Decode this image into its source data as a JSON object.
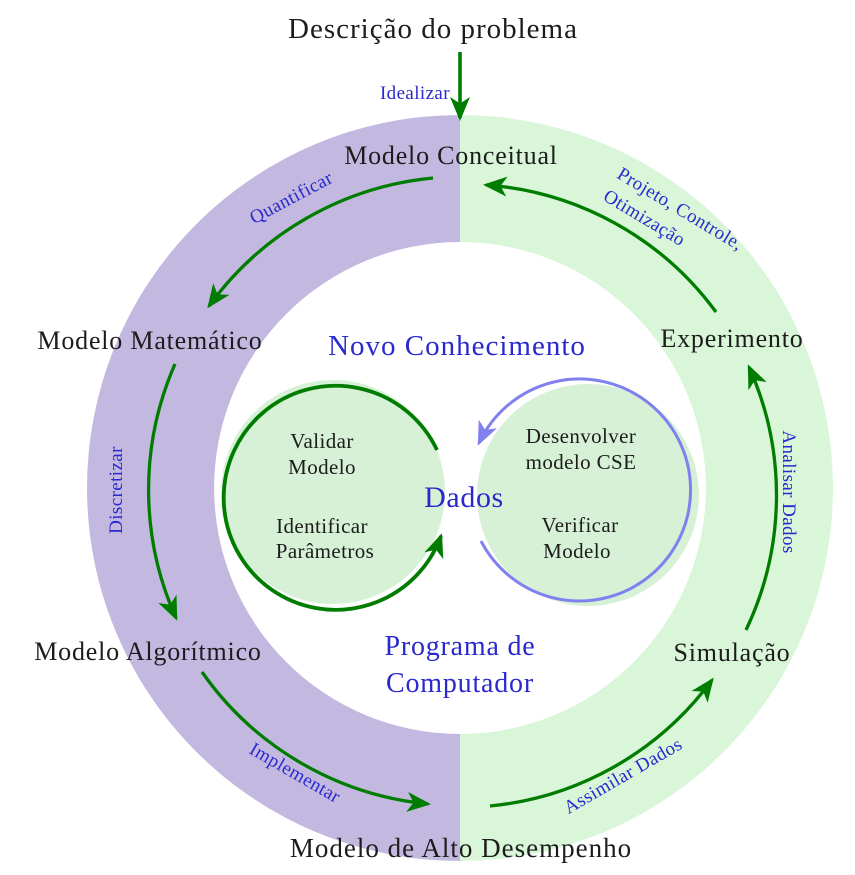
{
  "colors": {
    "ring_left": "#c3b9e0",
    "ring_right": "#d9f6d9",
    "loop_fill": "#d6f1d6",
    "arrow_green": "#007d00",
    "loop_blue": "#8080ef",
    "label_blue": "#2929cf",
    "text_black": "#1c1c1c"
  },
  "top": {
    "problem": "Descrição do problema",
    "idealizar": "Idealizar"
  },
  "cycle": {
    "conceitual": "Modelo Conceitual",
    "matematico": "Modelo Matemático",
    "algoritmico": "Modelo Algorítmico",
    "alto_desempenho": "Modelo de Alto Desempenho",
    "simulacao": "Simulação",
    "experimento": "Experimento"
  },
  "transitions": {
    "quantificar": "Quantificar",
    "discretizar": "Discretizar",
    "implementar": "Implementar",
    "assimilar": "Assimilar Dados",
    "analisar": "Analisar Dados",
    "projeto_line1": "Projeto, Controle,",
    "projeto_line2": "Otimização"
  },
  "inner": {
    "heading": "Novo Conhecimento",
    "center": "Dados",
    "programa": [
      "Programa de",
      "Computador"
    ],
    "left_loop": {
      "top": [
        "Validar",
        "Modelo"
      ],
      "bottom": [
        "Identificar",
        "Parâmetros"
      ]
    },
    "right_loop": {
      "top": [
        "Desenvolver",
        "modelo CSE"
      ],
      "bottom": [
        "Verificar",
        "Modelo"
      ]
    }
  }
}
